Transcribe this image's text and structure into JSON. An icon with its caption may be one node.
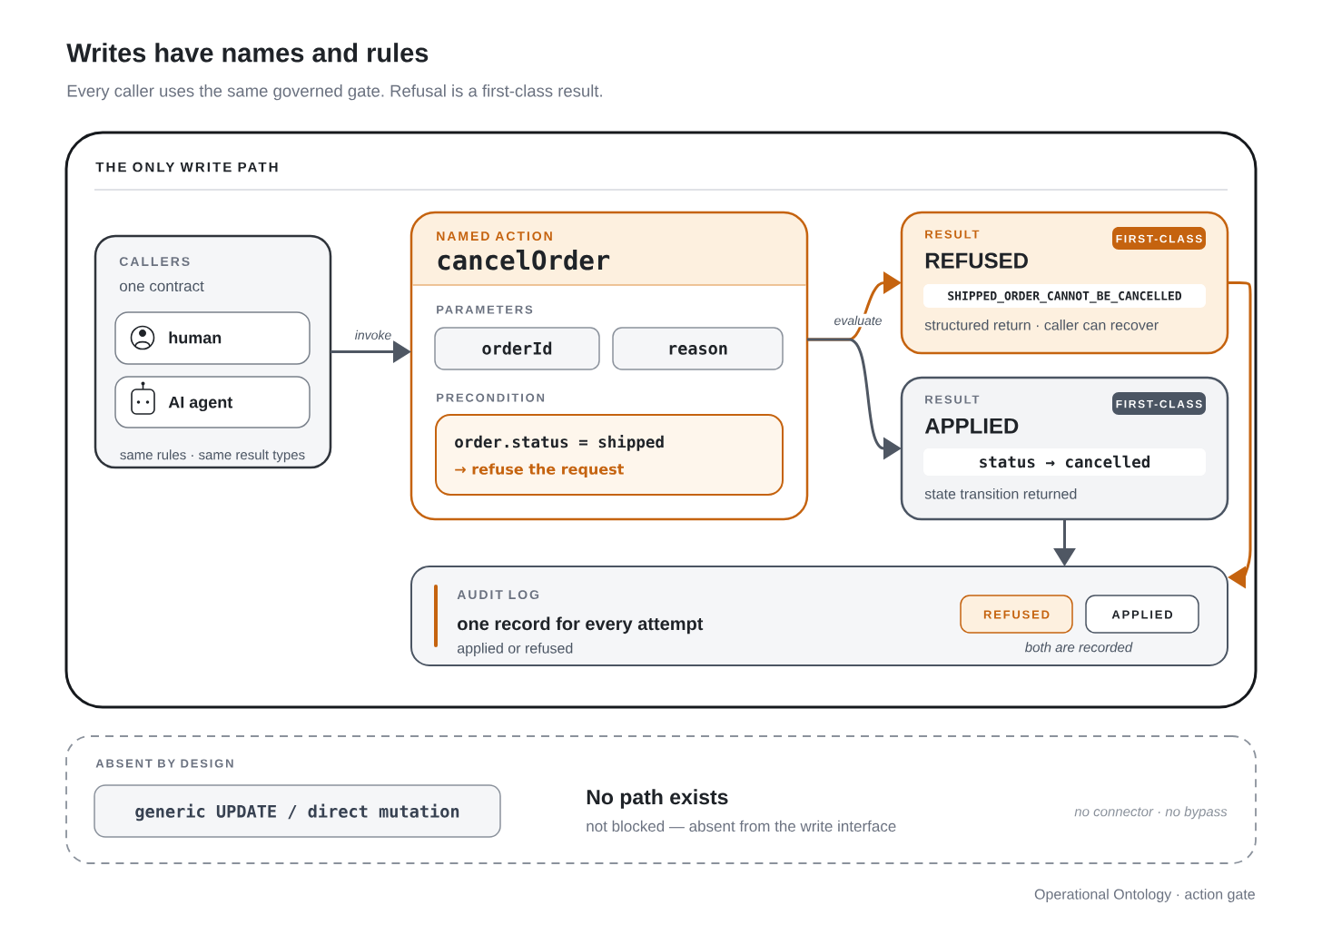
{
  "diagram": {
    "title": "Writes have names and rules",
    "caption": "Every caller uses the same governed gate. Refusal is a first-class result.",
    "nodes": [
      {
        "text": [
          "THE ONLY WRITE PATH"
        ]
      },
      {
        "text": [
          "CALLERS",
          "one contract",
          "same rules · same result types"
        ],
        "in": 0
      },
      {
        "text": [
          "human"
        ],
        "in": 1
      },
      {
        "text": [
          "AI agent"
        ],
        "in": 1
      },
      {
        "text": [
          "NAMED ACTION",
          "cancelOrder",
          "PARAMETERS",
          "PRECONDITION"
        ],
        "in": 0
      },
      {
        "text": [
          "orderId"
        ],
        "in": 4
      },
      {
        "text": [
          "reason"
        ],
        "in": 4
      },
      {
        "text": [
          "order.status = shipped",
          "→ refuse the request"
        ],
        "in": 4
      },
      {
        "text": [
          "RESULT",
          "REFUSED",
          "structured return · caller can recover"
        ],
        "in": 0
      },
      {
        "text": [
          "FIRST-CLASS"
        ],
        "in": 8
      },
      {
        "text": [
          "SHIPPED_ORDER_CANNOT_BE_CANCELLED"
        ],
        "in": 8
      },
      {
        "text": [
          "RESULT",
          "APPLIED",
          "state transition returned"
        ],
        "in": 0
      },
      {
        "text": [
          "FIRST-CLASS"
        ],
        "in": 11
      },
      {
        "text": [
          "status → cancelled"
        ],
        "in": 11
      },
      {
        "text": [
          "AUDIT LOG",
          "one record for every attempt",
          "applied or refused",
          "both are recorded"
        ],
        "in": 0
      },
      {
        "text": [
          "REFUSED"
        ],
        "in": 14
      },
      {
        "text": [
          "APPLIED"
        ],
        "in": 14
      },
      {
        "text": [
          "ABSENT BY DESIGN",
          "No path exists",
          "not blocked — absent from the write interface",
          "no connector · no bypass"
        ]
      },
      {
        "text": [
          "generic UPDATE / direct mutation"
        ],
        "in": 17
      }
    ],
    "edges": [
      {
        "from": 1,
        "to": 4,
        "arrow": "to",
        "label": "invoke"
      },
      {
        "from": 4,
        "to": 8,
        "arrow": "to",
        "label": "evaluate",
        "color": "#c5630f"
      },
      {
        "from": 4,
        "to": 11,
        "arrow": "to"
      },
      {
        "from": 11,
        "to": 14,
        "arrow": "to"
      },
      {
        "from": 8,
        "to": 14,
        "arrow": "to",
        "color": "#c5630f"
      }
    ],
    "labels": [
      "Operational Ontology · action gate"
    ]
  }
}
